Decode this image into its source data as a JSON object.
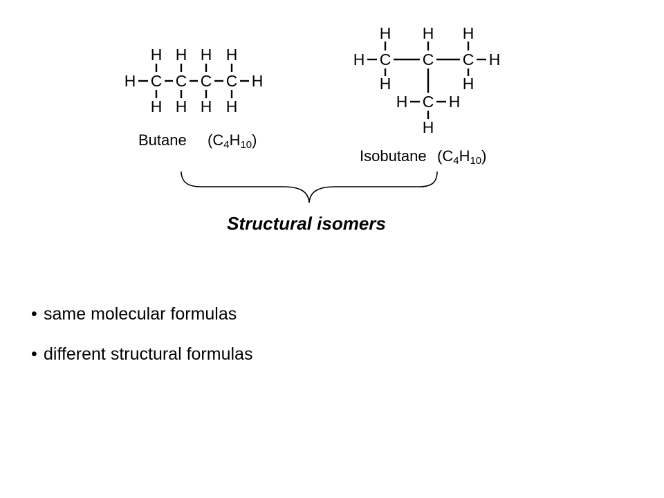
{
  "atoms": {
    "carbon": "C",
    "hydrogen": "H"
  },
  "butane": {
    "name": "Butane",
    "formula": {
      "c": "C",
      "c_sub": "4",
      "h": "H",
      "h_sub": "10"
    }
  },
  "isobutane": {
    "name": "Isobutane",
    "formula": {
      "c": "C",
      "c_sub": "4",
      "h": "H",
      "h_sub": "10"
    }
  },
  "title": "Structural isomers",
  "bullets": [
    {
      "marker": "•",
      "text": "same molecular formulas"
    },
    {
      "marker": "•",
      "text": "different structural formulas"
    }
  ]
}
